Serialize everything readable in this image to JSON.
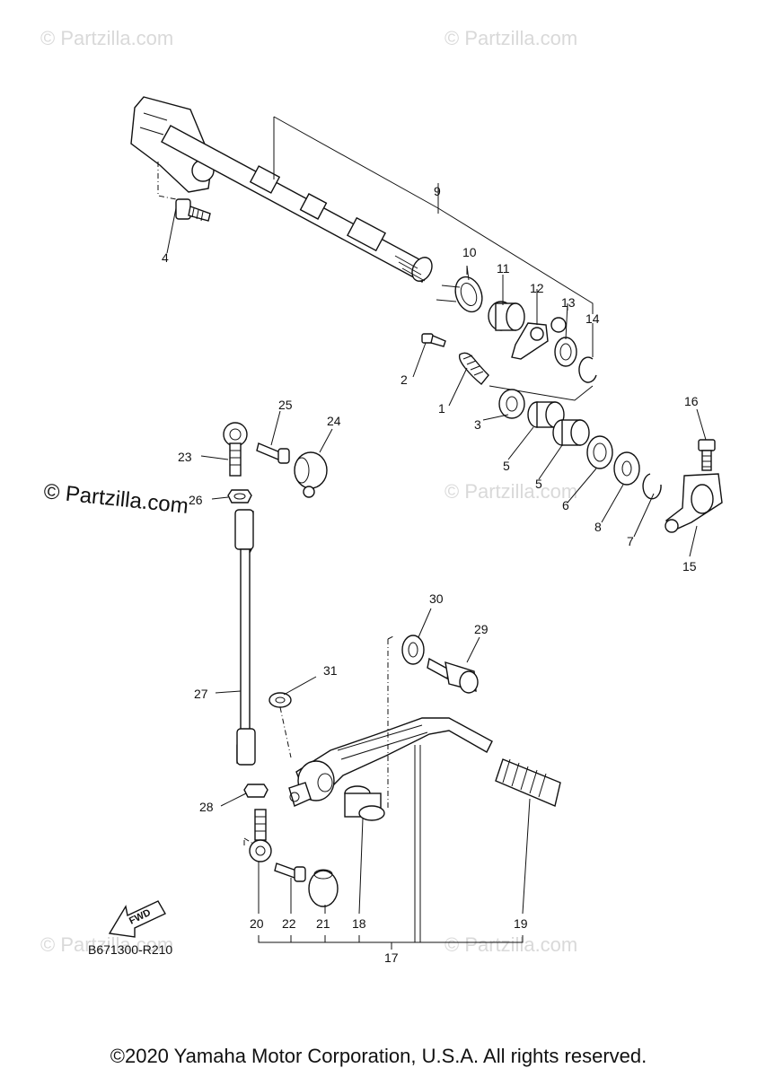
{
  "diagram_code": "B671300-R210",
  "fwd_label": "FWD",
  "copyright": "©2020 Yamaha Motor Corporation, U.S.A. All rights reserved.",
  "watermarks": {
    "light": "© Partzilla.com",
    "dark": "© Partzilla.com"
  },
  "callouts": {
    "p1": "1",
    "p2": "2",
    "p3": "3",
    "p4": "4",
    "p5a": "5",
    "p5b": "5",
    "p6": "6",
    "p7": "7",
    "p8": "8",
    "p9": "9",
    "p10": "10",
    "p11": "11",
    "p12": "12",
    "p13": "13",
    "p14": "14",
    "p15": "15",
    "p16": "16",
    "p17": "17",
    "p18": "18",
    "p19": "19",
    "p20": "20",
    "p21": "21",
    "p22": "22",
    "p23": "23",
    "p24": "24",
    "p25": "25",
    "p26": "26",
    "p27": "27",
    "p28": "28",
    "p29": "29",
    "p30": "30",
    "p31": "31"
  }
}
